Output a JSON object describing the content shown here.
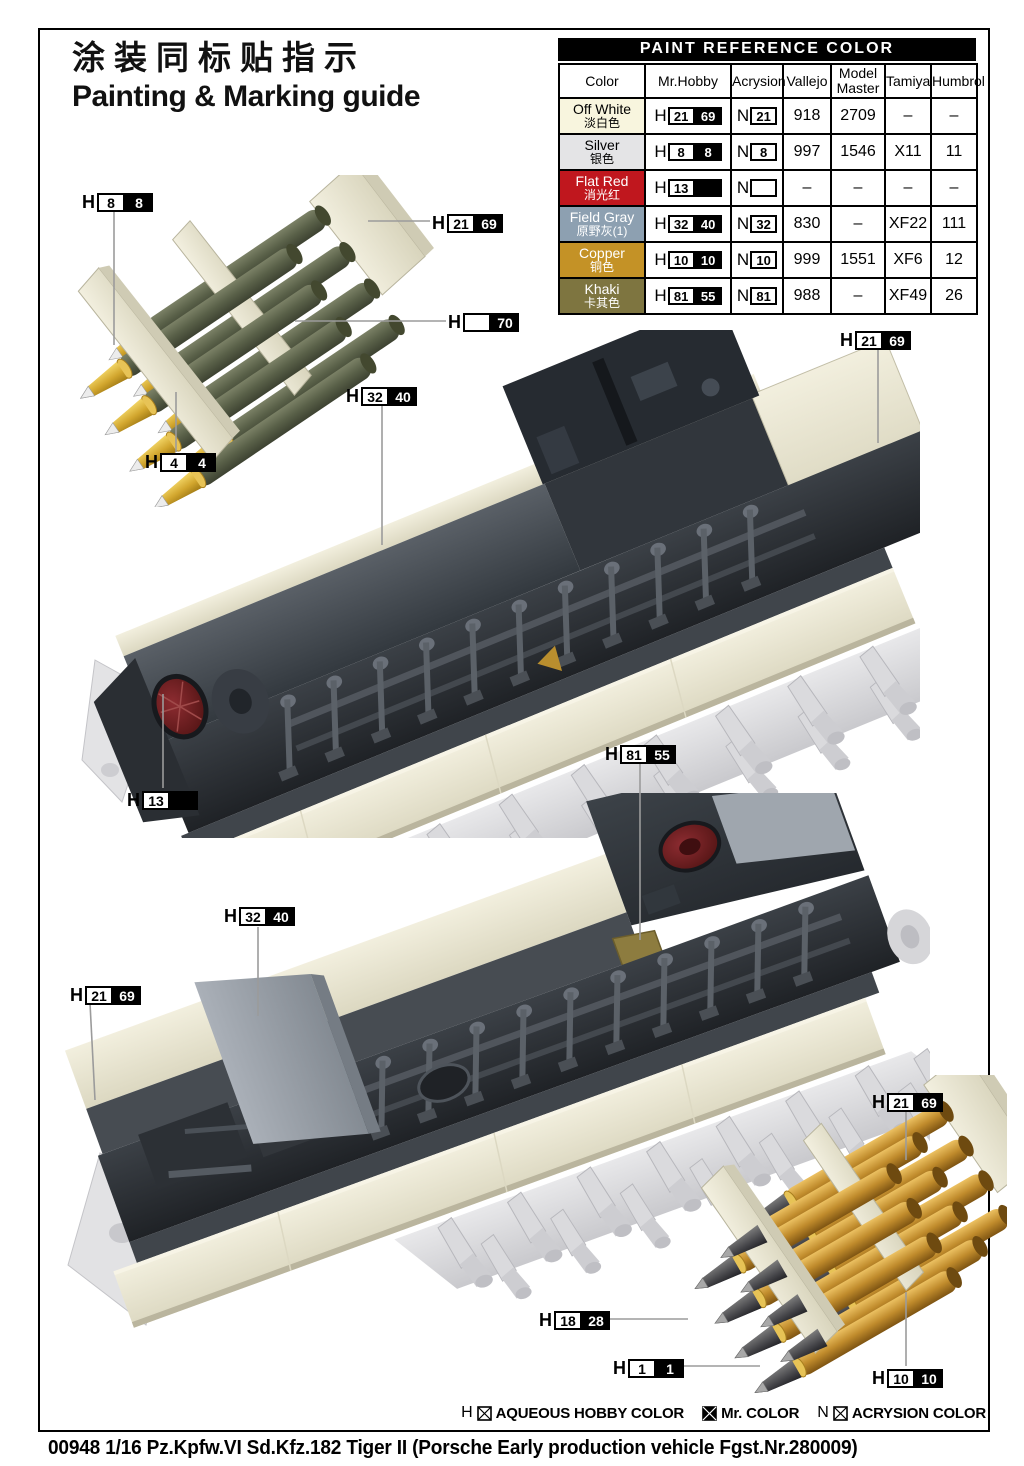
{
  "header": {
    "title_cn": "涂装同标贴指示",
    "title_en": "Painting & Marking guide"
  },
  "paint_table": {
    "title": "PAINT  REFERENCE COLOR",
    "headers": [
      "Color",
      "Mr.Hobby",
      "Acrysion",
      "Vallejo",
      "Model Master",
      "Tamiya",
      "Humbrol"
    ],
    "rows": [
      {
        "name": "Off White",
        "name_cn": "淡白色",
        "swatch": "#f8f5de",
        "text": "#000000",
        "hobby": "21",
        "mr": "69",
        "acrysion": "21",
        "vallejo": "918",
        "model_master": "2709",
        "tamiya": "–",
        "humbrol": "–"
      },
      {
        "name": "Silver",
        "name_cn": "银色",
        "swatch": "#e4e4e6",
        "text": "#000000",
        "hobby": "8",
        "mr": "8",
        "acrysion": "8",
        "vallejo": "997",
        "model_master": "1546",
        "tamiya": "X11",
        "humbrol": "11"
      },
      {
        "name": "Flat Red",
        "name_cn": "消光红",
        "swatch": "#c0171e",
        "text": "#ffffff",
        "hobby": "13",
        "mr": "",
        "acrysion": "",
        "vallejo": "–",
        "model_master": "–",
        "tamiya": "–",
        "humbrol": "–"
      },
      {
        "name": "Field Gray",
        "name_cn": "原野灰(1)",
        "swatch": "#8da0b1",
        "text": "#ffffff",
        "hobby": "32",
        "mr": "40",
        "acrysion": "32",
        "vallejo": "830",
        "model_master": "–",
        "tamiya": "XF22",
        "humbrol": "111"
      },
      {
        "name": "Copper",
        "name_cn": "铜色",
        "swatch": "#c49226",
        "text": "#ffffff",
        "hobby": "10",
        "mr": "10",
        "acrysion": "10",
        "vallejo": "999",
        "model_master": "1551",
        "tamiya": "XF6",
        "humbrol": "12"
      },
      {
        "name": "Khaki",
        "name_cn": "卡其色",
        "swatch": "#7e7540",
        "text": "#ffffff",
        "hobby": "81",
        "mr": "55",
        "acrysion": "81",
        "vallejo": "988",
        "model_master": "–",
        "tamiya": "XF49",
        "humbrol": "26"
      }
    ]
  },
  "callouts": [
    {
      "prefix": "H",
      "aqueous": "8",
      "mr": "8"
    },
    {
      "prefix": "H",
      "aqueous": "21",
      "mr": "69"
    },
    {
      "prefix": "H",
      "aqueous": "",
      "mr": "70"
    },
    {
      "prefix": "H",
      "aqueous": "32",
      "mr": "40"
    },
    {
      "prefix": "H",
      "aqueous": "4",
      "mr": "4"
    },
    {
      "prefix": "H",
      "aqueous": "21",
      "mr": "69"
    },
    {
      "prefix": "H",
      "aqueous": "13",
      "mr": ""
    },
    {
      "prefix": "H",
      "aqueous": "81",
      "mr": "55"
    },
    {
      "prefix": "H",
      "aqueous": "32",
      "mr": "40"
    },
    {
      "prefix": "H",
      "aqueous": "21",
      "mr": "69"
    },
    {
      "prefix": "H",
      "aqueous": "21",
      "mr": "69"
    },
    {
      "prefix": "H",
      "aqueous": "18",
      "mr": "28"
    },
    {
      "prefix": "H",
      "aqueous": "1",
      "mr": "1"
    },
    {
      "prefix": "H",
      "aqueous": "10",
      "mr": "10"
    }
  ],
  "legend": {
    "items": [
      {
        "prefix": "H",
        "box": "outline",
        "label": "AQUEOUS HOBBY COLOR"
      },
      {
        "prefix": "",
        "box": "filled",
        "label": "Mr. COLOR"
      },
      {
        "prefix": "N",
        "box": "outline",
        "label": "ACRYSION COLOR"
      }
    ]
  },
  "footer": {
    "title": "00948 1/16  Pz.Kpfw.VI Sd.Kfz.182 Tiger II (Porsche Early production vehicle Fgst.Nr.280009)"
  },
  "colors": {
    "cream_rack": "#ece8d6",
    "olive_shell": "#5c6149",
    "yellow_projectile": "#d9b33c",
    "brass_shell": "#c08b2c",
    "gunmetal_tip": "#4a4a4a",
    "hull_interior": "#33383d",
    "hull_exterior": "#dededf",
    "fan_red": "#6e1b20"
  }
}
